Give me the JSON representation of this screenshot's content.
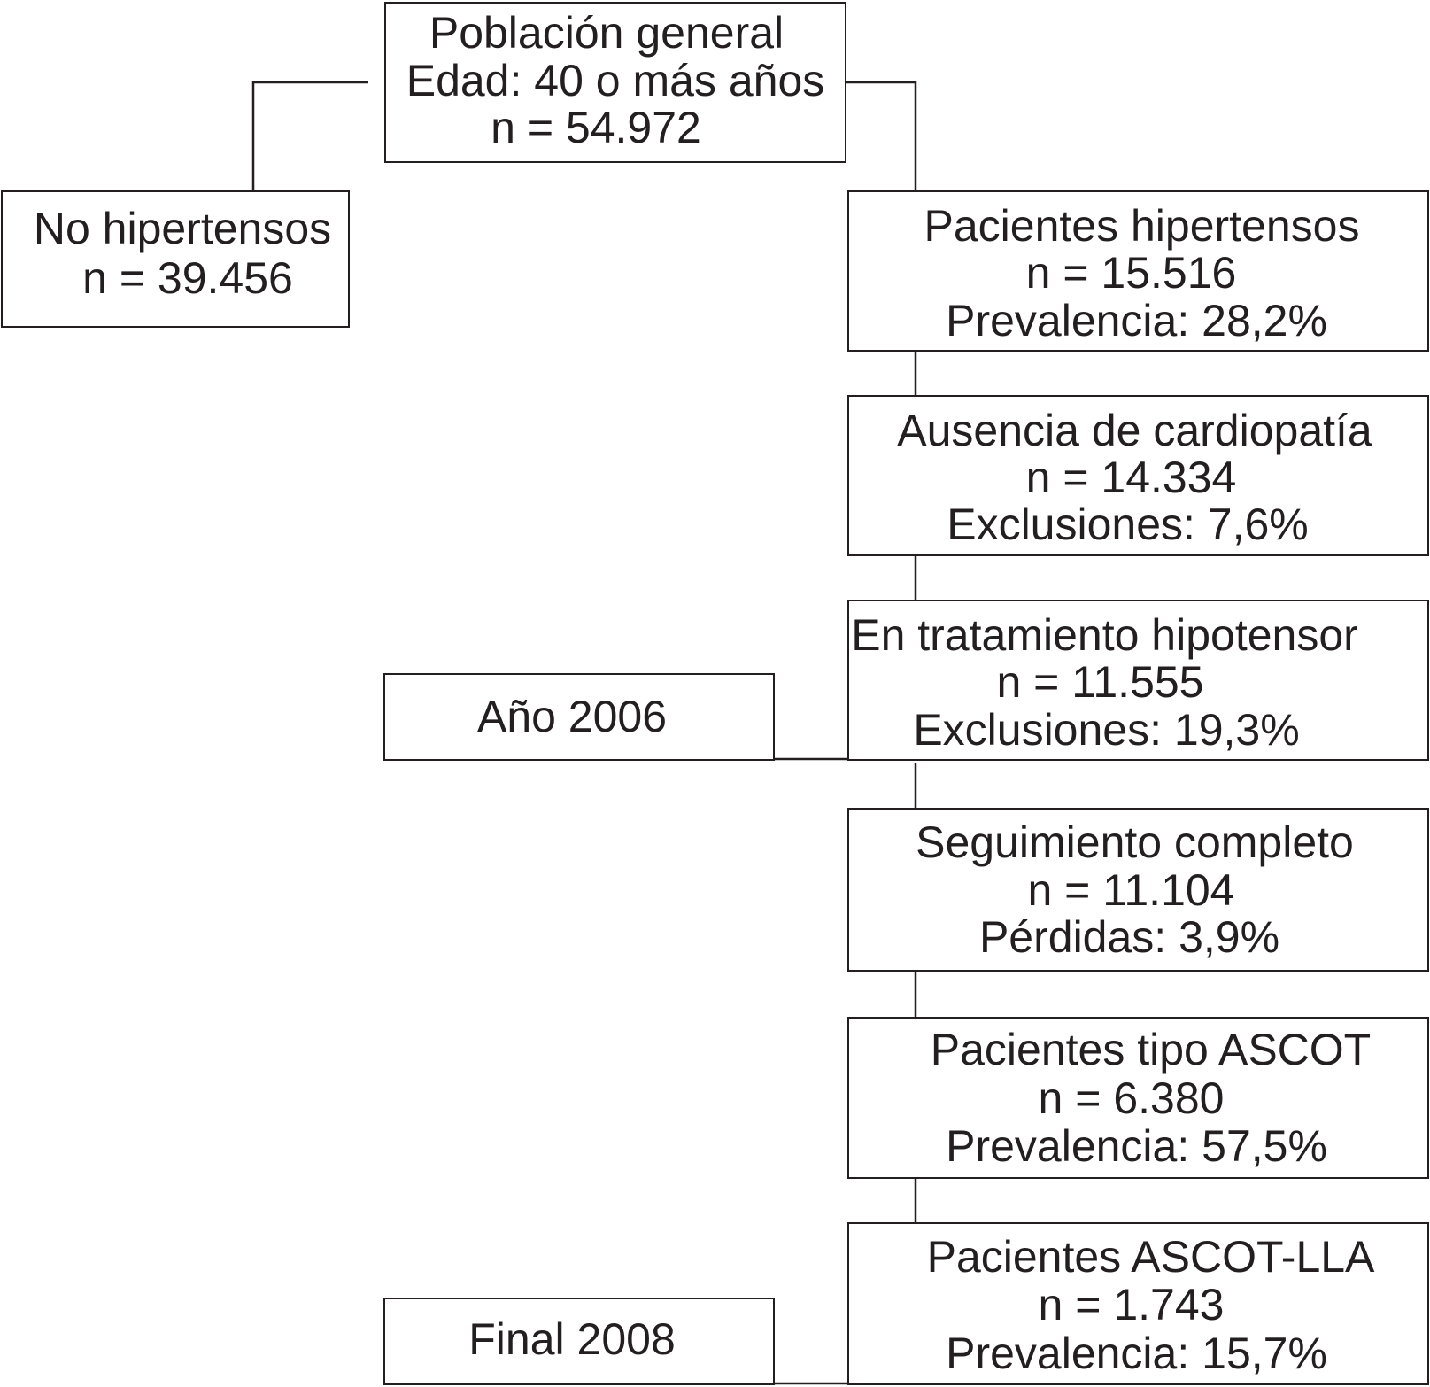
{
  "nodes": {
    "general": {
      "title": "Población general",
      "age": "Edad: 40 o más años",
      "n": "n = 54.972"
    },
    "no_hypertensive": {
      "title": "No hipertensos",
      "n": "n = 39.456"
    },
    "hypertensive": {
      "title": "Pacientes hipertensos",
      "n": "n = 15.516",
      "stat": "Prevalencia: 28,2%"
    },
    "no_cardiopathy": {
      "title": "Ausencia de cardiopatía",
      "n": "n = 14.334",
      "stat": "Exclusiones: 7,6%"
    },
    "treatment": {
      "title": "En tratamiento hipotensor",
      "n": "n = 11.555",
      "stat": "Exclusiones: 19,3%"
    },
    "followup": {
      "title": "Seguimiento completo",
      "n": "n = 11.104",
      "stat": "Pérdidas: 3,9%"
    },
    "ascot_type": {
      "title": "Pacientes tipo ASCOT",
      "n": "n = 6.380",
      "stat": "Prevalencia: 57,5%"
    },
    "ascot_lla": {
      "title": "Pacientes ASCOT-LLA",
      "n": "n = 1.743",
      "stat": "Prevalencia: 15,7%"
    }
  },
  "timeline": {
    "start": "Año 2006",
    "end": "Final 2008"
  }
}
